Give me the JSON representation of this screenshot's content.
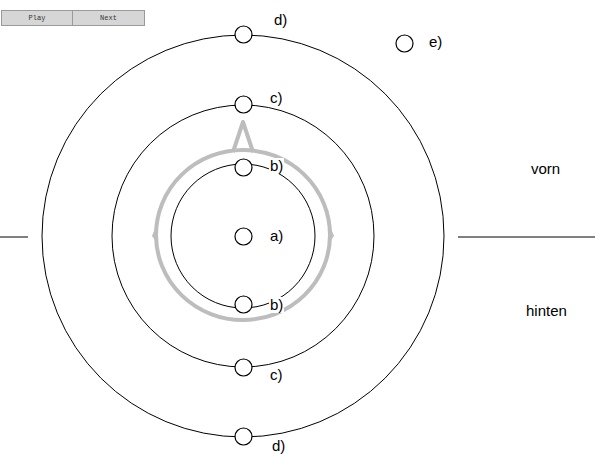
{
  "diagram": {
    "nodes": [
      {
        "text": [
          "Play"
        ]
      },
      {
        "text": [
          "Next"
        ]
      },
      {
        "text": [
          "d)"
        ]
      },
      {
        "text": [
          "e)"
        ]
      },
      {
        "text": [
          "c)"
        ]
      },
      {
        "text": [
          "b)"
        ]
      },
      {
        "text": [
          "a)"
        ]
      },
      {
        "text": [
          "b)"
        ]
      },
      {
        "text": [
          "c)"
        ]
      },
      {
        "text": [
          "d)"
        ]
      }
    ],
    "labels": [
      "vorn",
      "hinten"
    ]
  }
}
